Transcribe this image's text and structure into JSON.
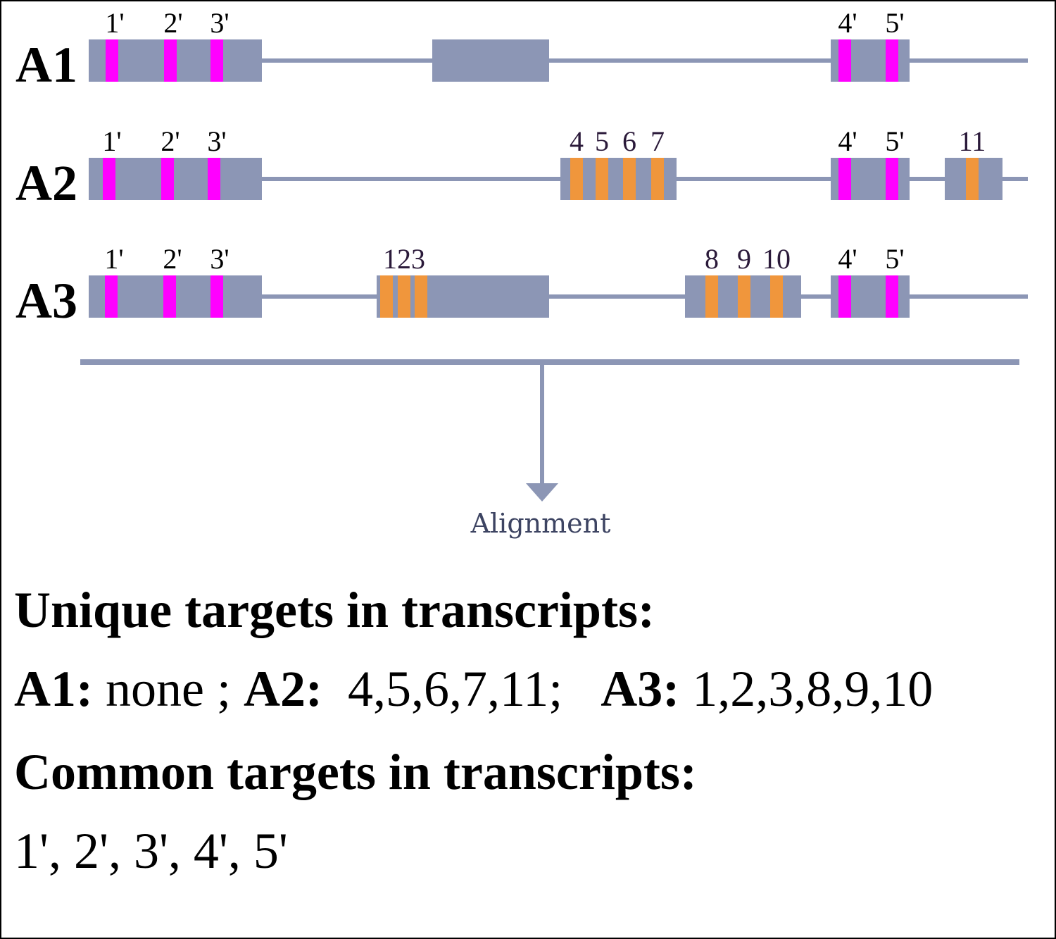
{
  "transcripts": [
    {
      "name": "A1",
      "exons": [
        {
          "targets": [
            {
              "label": "1'",
              "kind": "common"
            },
            {
              "label": "2'",
              "kind": "common"
            },
            {
              "label": "3'",
              "kind": "common"
            }
          ]
        },
        {
          "targets": []
        },
        {
          "targets": [
            {
              "label": "4'",
              "kind": "common"
            },
            {
              "label": "5'",
              "kind": "common"
            }
          ]
        }
      ]
    },
    {
      "name": "A2",
      "exons": [
        {
          "targets": [
            {
              "label": "1'",
              "kind": "common"
            },
            {
              "label": "2'",
              "kind": "common"
            },
            {
              "label": "3'",
              "kind": "common"
            }
          ]
        },
        {
          "targets": [
            {
              "label": "4",
              "kind": "unique"
            },
            {
              "label": "5",
              "kind": "unique"
            },
            {
              "label": "6",
              "kind": "unique"
            },
            {
              "label": "7",
              "kind": "unique"
            }
          ]
        },
        {
          "targets": [
            {
              "label": "4'",
              "kind": "common"
            },
            {
              "label": "5'",
              "kind": "common"
            }
          ]
        },
        {
          "targets": [
            {
              "label": "11",
              "kind": "unique"
            }
          ]
        }
      ]
    },
    {
      "name": "A3",
      "exons": [
        {
          "targets": [
            {
              "label": "1'",
              "kind": "common"
            },
            {
              "label": "2'",
              "kind": "common"
            },
            {
              "label": "3'",
              "kind": "common"
            }
          ]
        },
        {
          "targets": [
            {
              "label": "123",
              "kind": "unique-group"
            }
          ]
        },
        {
          "targets": [
            {
              "label": "8",
              "kind": "unique"
            },
            {
              "label": "9",
              "kind": "unique"
            },
            {
              "label": "10",
              "kind": "unique"
            }
          ]
        },
        {
          "targets": [
            {
              "label": "4'",
              "kind": "common"
            },
            {
              "label": "5'",
              "kind": "common"
            }
          ]
        }
      ]
    }
  ],
  "alignment_label": "Alignment",
  "colors": {
    "exon": "#8c96b5",
    "intron": "#8c96b5",
    "common_target": "#ff00ff",
    "unique_target": "#f0963c",
    "bracket": "#8c96b5",
    "label_dark": "#2b1a3a"
  },
  "summary": {
    "unique_heading": "Unique targets in transcripts:",
    "unique": [
      {
        "name": "A1:",
        "targets": " none ;"
      },
      {
        "name": "A2:",
        "targets": "  4,5,6,7,11;   "
      },
      {
        "name": "A3:",
        "targets": " 1,2,3,8,9,10"
      }
    ],
    "common_heading": "Common targets in transcripts:",
    "common": "1', 2', 3', 4', 5'"
  }
}
